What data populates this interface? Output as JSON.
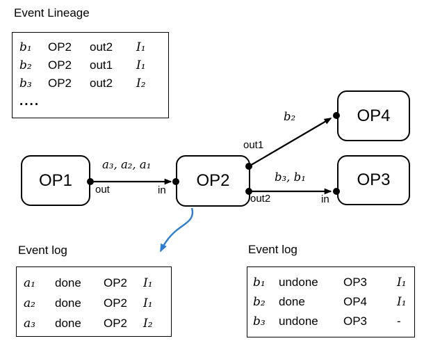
{
  "lineage": {
    "title": "Event Lineage",
    "rows": [
      [
        "b₁",
        "OP2",
        "out2",
        "I₁"
      ],
      [
        "b₂",
        "OP2",
        "out1",
        "I₁"
      ],
      [
        "b₃",
        "OP2",
        "out2",
        "I₂"
      ]
    ],
    "ellipsis": "...."
  },
  "nodes": {
    "op1": {
      "label": "OP1"
    },
    "op2": {
      "label": "OP2"
    },
    "op3": {
      "label": "OP3"
    },
    "op4": {
      "label": "OP4"
    }
  },
  "ports": {
    "op1_out": "out",
    "op2_in": "in",
    "op2_out1": "out1",
    "op2_out2": "out2",
    "op3_in": "in"
  },
  "edge_labels": {
    "op1_to_op2": "a₃, a₂, a₁",
    "op2_to_op4": "b₂",
    "op2_to_op3": "b₃, b₁"
  },
  "left_log": {
    "title": "Event log",
    "rows": [
      [
        "a₁",
        "done",
        "OP2",
        "I₁"
      ],
      [
        "a₂",
        "done",
        "OP2",
        "I₁"
      ],
      [
        "a₃",
        "done",
        "OP2",
        "I₂"
      ]
    ]
  },
  "right_log": {
    "title": "Event log",
    "rows": [
      [
        "b₁",
        "undone",
        "OP3",
        "I₁"
      ],
      [
        "b₂",
        "done",
        "OP4",
        "I₁"
      ],
      [
        "b₃",
        "undone",
        "OP3",
        "-"
      ]
    ]
  },
  "colors": {
    "ink": "#000000",
    "pointer_blue": "#2b7cd3"
  }
}
